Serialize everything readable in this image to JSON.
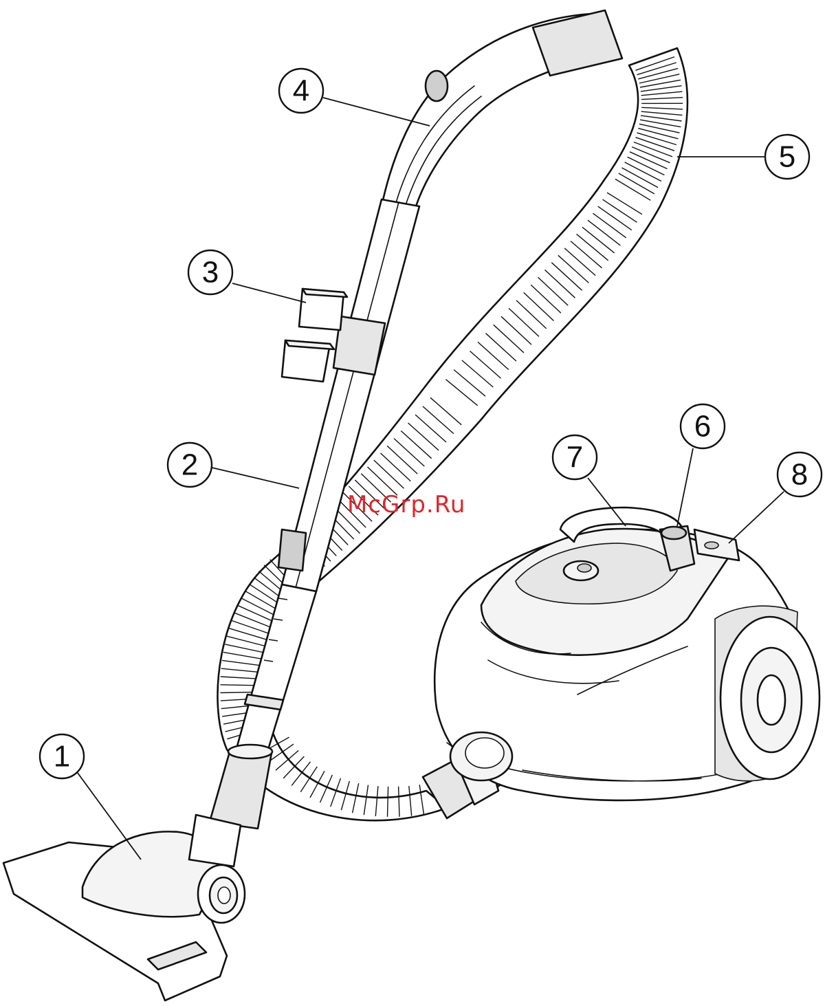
{
  "callouts": [
    {
      "id": "1",
      "label": "1"
    },
    {
      "id": "2",
      "label": "2"
    },
    {
      "id": "3",
      "label": "3"
    },
    {
      "id": "4",
      "label": "4"
    },
    {
      "id": "5",
      "label": "5"
    },
    {
      "id": "6",
      "label": "6"
    },
    {
      "id": "7",
      "label": "7"
    },
    {
      "id": "8",
      "label": "8"
    }
  ],
  "watermark": "McGrp.Ru",
  "colors": {
    "line": "#111111",
    "watermark": "#e0262b",
    "background": "#ffffff"
  }
}
